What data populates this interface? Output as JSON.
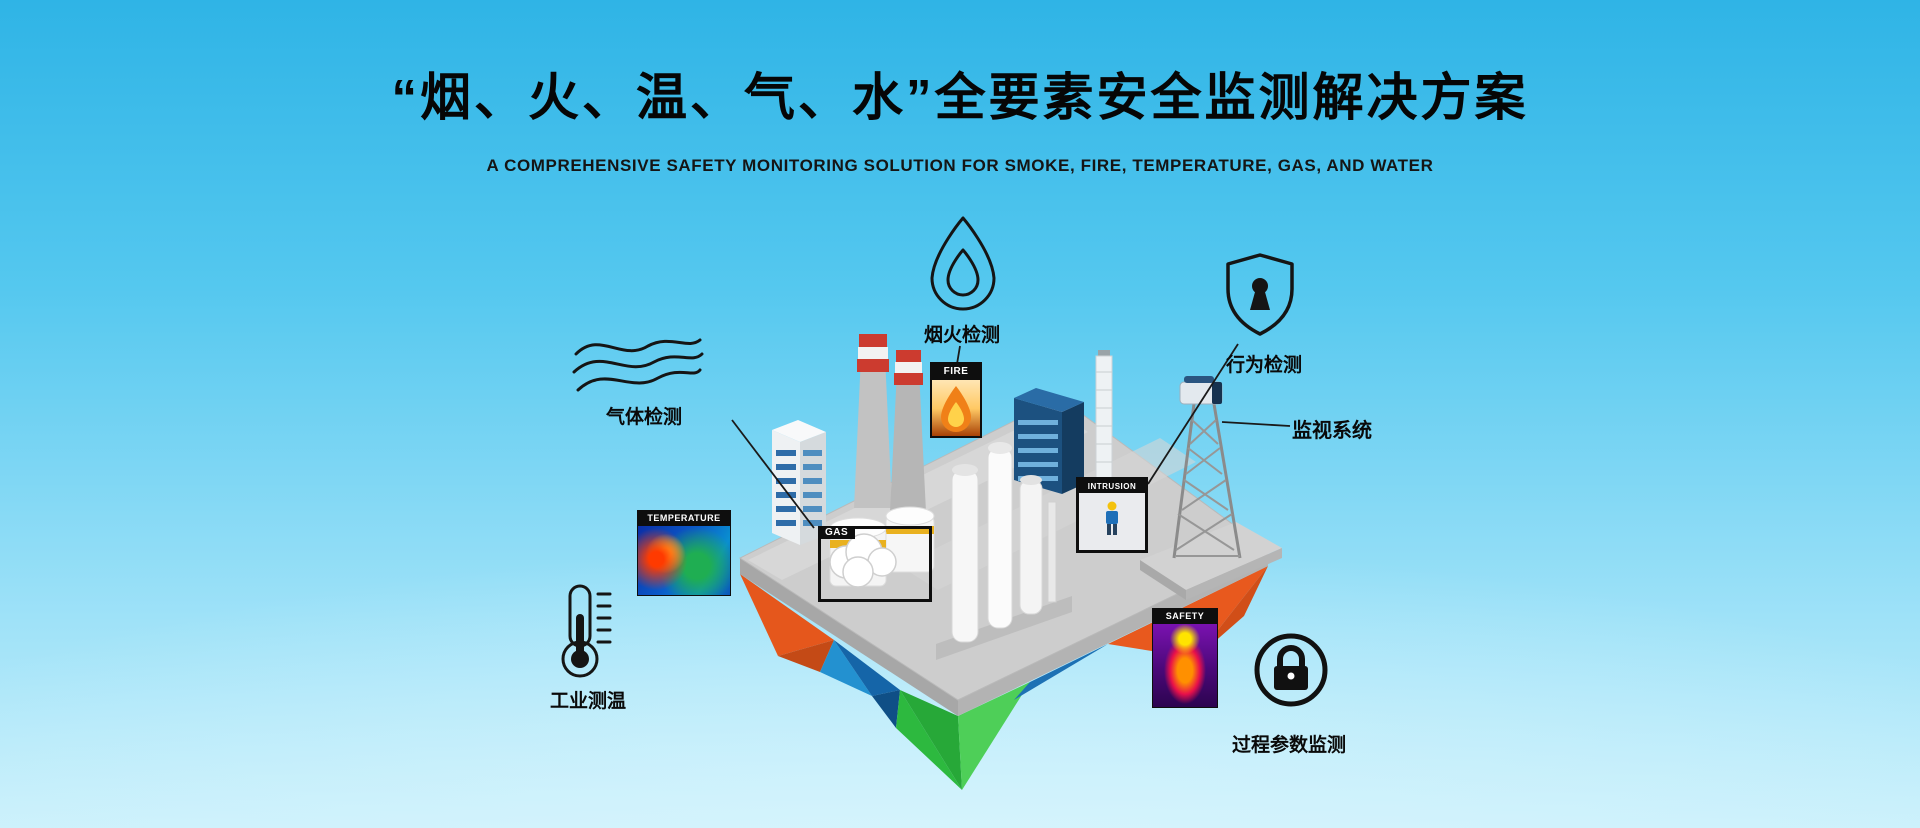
{
  "header": {
    "title": "“烟、火、温、气、水”全要素安全监测解决方案",
    "subtitle": "A COMPREHENSIVE SAFETY MONITORING SOLUTION FOR SMOKE, FIRE, TEMPERATURE, GAS, AND WATER"
  },
  "callouts": {
    "gas": {
      "label": "气体检测"
    },
    "smoke_fire": {
      "label": "烟火检测"
    },
    "behavior": {
      "label": "行为检测"
    },
    "surveillance": {
      "label": "监视系统"
    },
    "industrial_temperature": {
      "label": "工业测温"
    },
    "process_parameters": {
      "label": "过程参数监测"
    }
  },
  "scene_tags": {
    "fire": "FIRE",
    "temperature": "TEMPERATURE",
    "gas": "GAS",
    "intrusion": "INTRUSION",
    "safety": "SAFETY"
  },
  "colors": {
    "background_top": "#2fb4e6",
    "background_bottom": "#c9f0fb",
    "title_text": "#060606",
    "island_orange": "#e8571d",
    "island_blue": "#1d71b4",
    "island_green": "#2db93f",
    "platform_gray": "#cdcdcd",
    "tag_black": "#0e0e0e"
  }
}
